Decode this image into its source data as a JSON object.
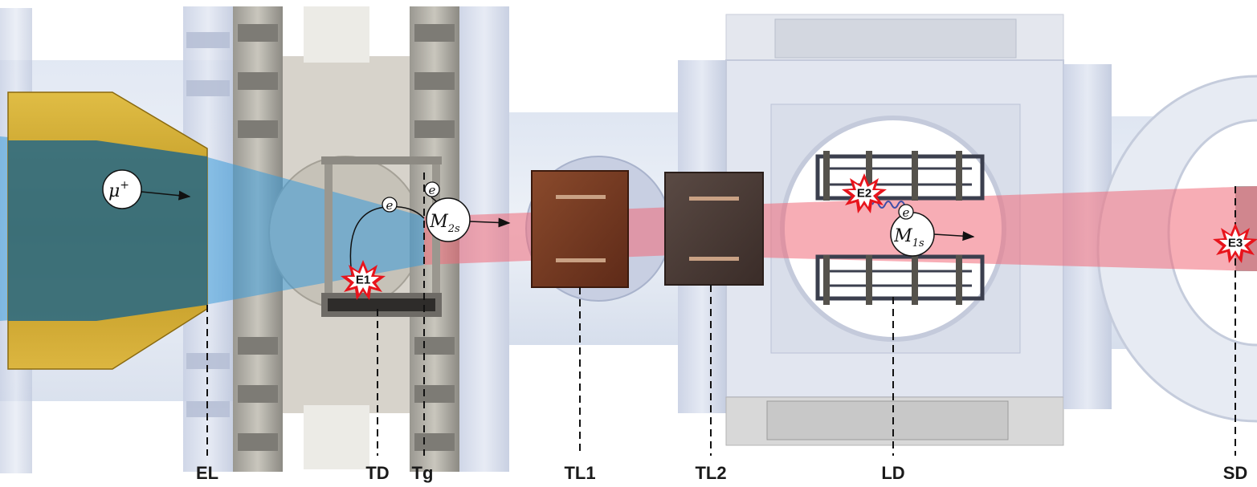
{
  "labels": {
    "el": "EL",
    "td": "TD",
    "tg": "Tg",
    "tl1": "TL1",
    "tl2": "TL2",
    "ld": "LD",
    "sd": "SD"
  },
  "particles": {
    "muon_base": "μ",
    "muon_sup": "+",
    "m2s_base": "M",
    "m2s_sub": "2s",
    "m1s_base": "M",
    "m1s_sub": "1s",
    "electron": "e"
  },
  "events": {
    "e1": "E1",
    "e2": "E2",
    "e3": "E3"
  },
  "colors": {
    "muon_beam": "#3a9ad9",
    "muonium_beam": "#f06a78",
    "burst": "#e8141c",
    "lens_gold": "#c9a227",
    "tl_copper": "#7a3a22"
  }
}
